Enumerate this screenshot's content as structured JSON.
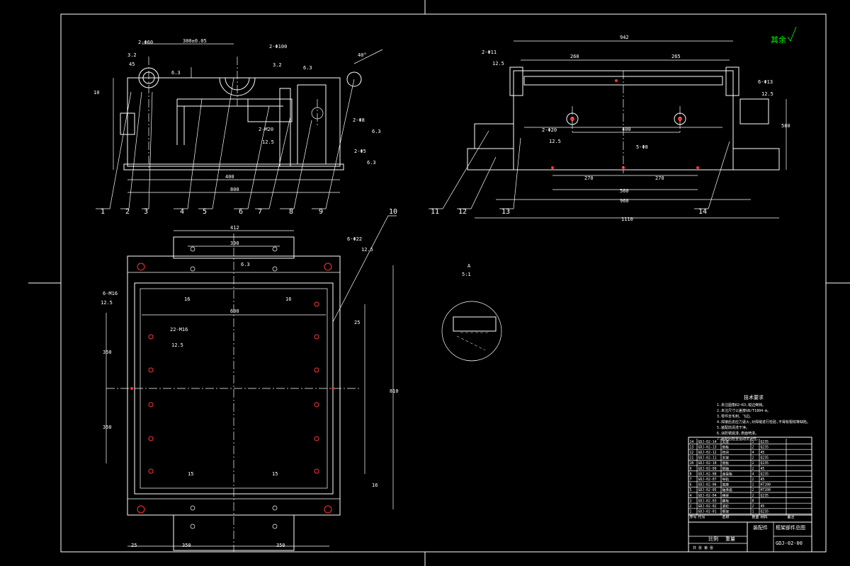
{
  "drawing": {
    "ok_mark": "其余",
    "section_label": "A",
    "section_scale": "5:1",
    "balloons": [
      "1",
      "2",
      "3",
      "4",
      "5",
      "6",
      "7",
      "8",
      "9",
      "10",
      "11",
      "12",
      "13",
      "14"
    ],
    "front_view": {
      "dims": [
        "300±0.05",
        "2-Φ100",
        "3.2",
        "45",
        "6.3",
        "10",
        "2-Φ60",
        "3.2",
        "40°",
        "6.3",
        "400",
        "800",
        "2-M20",
        "12.5",
        "2-Φ8",
        "6.3",
        "2-Φ5",
        "6.3"
      ]
    },
    "side_view": {
      "dims": [
        "942",
        "2-Φ11",
        "12.5",
        "260",
        "265",
        "6-Φ13",
        "12.5",
        "400",
        "2-Φ20",
        "12.5",
        "5-Φ8",
        "270",
        "270",
        "560",
        "960",
        "1110",
        "580"
      ]
    },
    "plan_view": {
      "dims": [
        "412",
        "300",
        "6-Φ22",
        "12.5",
        "6.3",
        "6-M16",
        "12.5",
        "16",
        "16",
        "600",
        "22-M16",
        "12.5",
        "350",
        "350",
        "25",
        "810",
        "15",
        "15",
        "16",
        "350",
        "350",
        "25"
      ]
    },
    "notes": {
      "title": "技术要求",
      "lines": [
        "1.未注圆角R2~R3,锐边倒钝。",
        "2.未注尺寸公差按GB/T1804-m。",
        "3.零件去毛刺、飞边。",
        "4.焊接后去应力退火,对焊缝进行检验,不得有裂纹等缺陷。",
        "5.装配前清洗干净。",
        "6.涂防锈底漆,表面喷漆。",
        "7.装配后检查运动灵活性。"
      ]
    },
    "title_block": {
      "headers": [
        "序号",
        "代号",
        "名称",
        "数量",
        "材料",
        "备注"
      ],
      "rows": [
        [
          "14",
          "GDJ-02-14",
          "支座",
          "1",
          "Q235",
          ""
        ],
        [
          "13",
          "GDJ-02-13",
          "垫板",
          "2",
          "Q235",
          ""
        ],
        [
          "12",
          "GDJ-02-12",
          "挡块",
          "4",
          "45",
          ""
        ],
        [
          "11",
          "GDJ-02-11",
          "支架",
          "2",
          "Q235",
          ""
        ],
        [
          "10",
          "GDJ-02-10",
          "侧板",
          "2",
          "Q235",
          ""
        ],
        [
          "9",
          "GDJ-02-09",
          "销轴",
          "2",
          "45",
          ""
        ],
        [
          "8",
          "GDJ-02-08",
          "连接板",
          "4",
          "Q235",
          ""
        ],
        [
          "7",
          "GDJ-02-07",
          "导轨",
          "2",
          "45",
          ""
        ],
        [
          "6",
          "GDJ-02-06",
          "底座",
          "1",
          "HT200",
          ""
        ],
        [
          "5",
          "GDJ-02-05",
          "轴承座",
          "2",
          "HT200",
          ""
        ],
        [
          "4",
          "GDJ-02-04",
          "横梁",
          "2",
          "Q235",
          ""
        ],
        [
          "3",
          "GDJ-02-03",
          "螺栓",
          "8",
          "",
          ""
        ],
        [
          "2",
          "GDJ-02-02",
          "滚轮",
          "2",
          "45",
          ""
        ],
        [
          "1",
          "GDJ-02-01",
          "框架",
          "1",
          "Q235",
          ""
        ]
      ],
      "design_org": "装配件",
      "drawing_name": "框架部件总图",
      "drawing_no": "GDJ-02-00",
      "scale_label": "比例",
      "weight_label": "重量",
      "sheet_label": "共 张 第 张"
    }
  }
}
